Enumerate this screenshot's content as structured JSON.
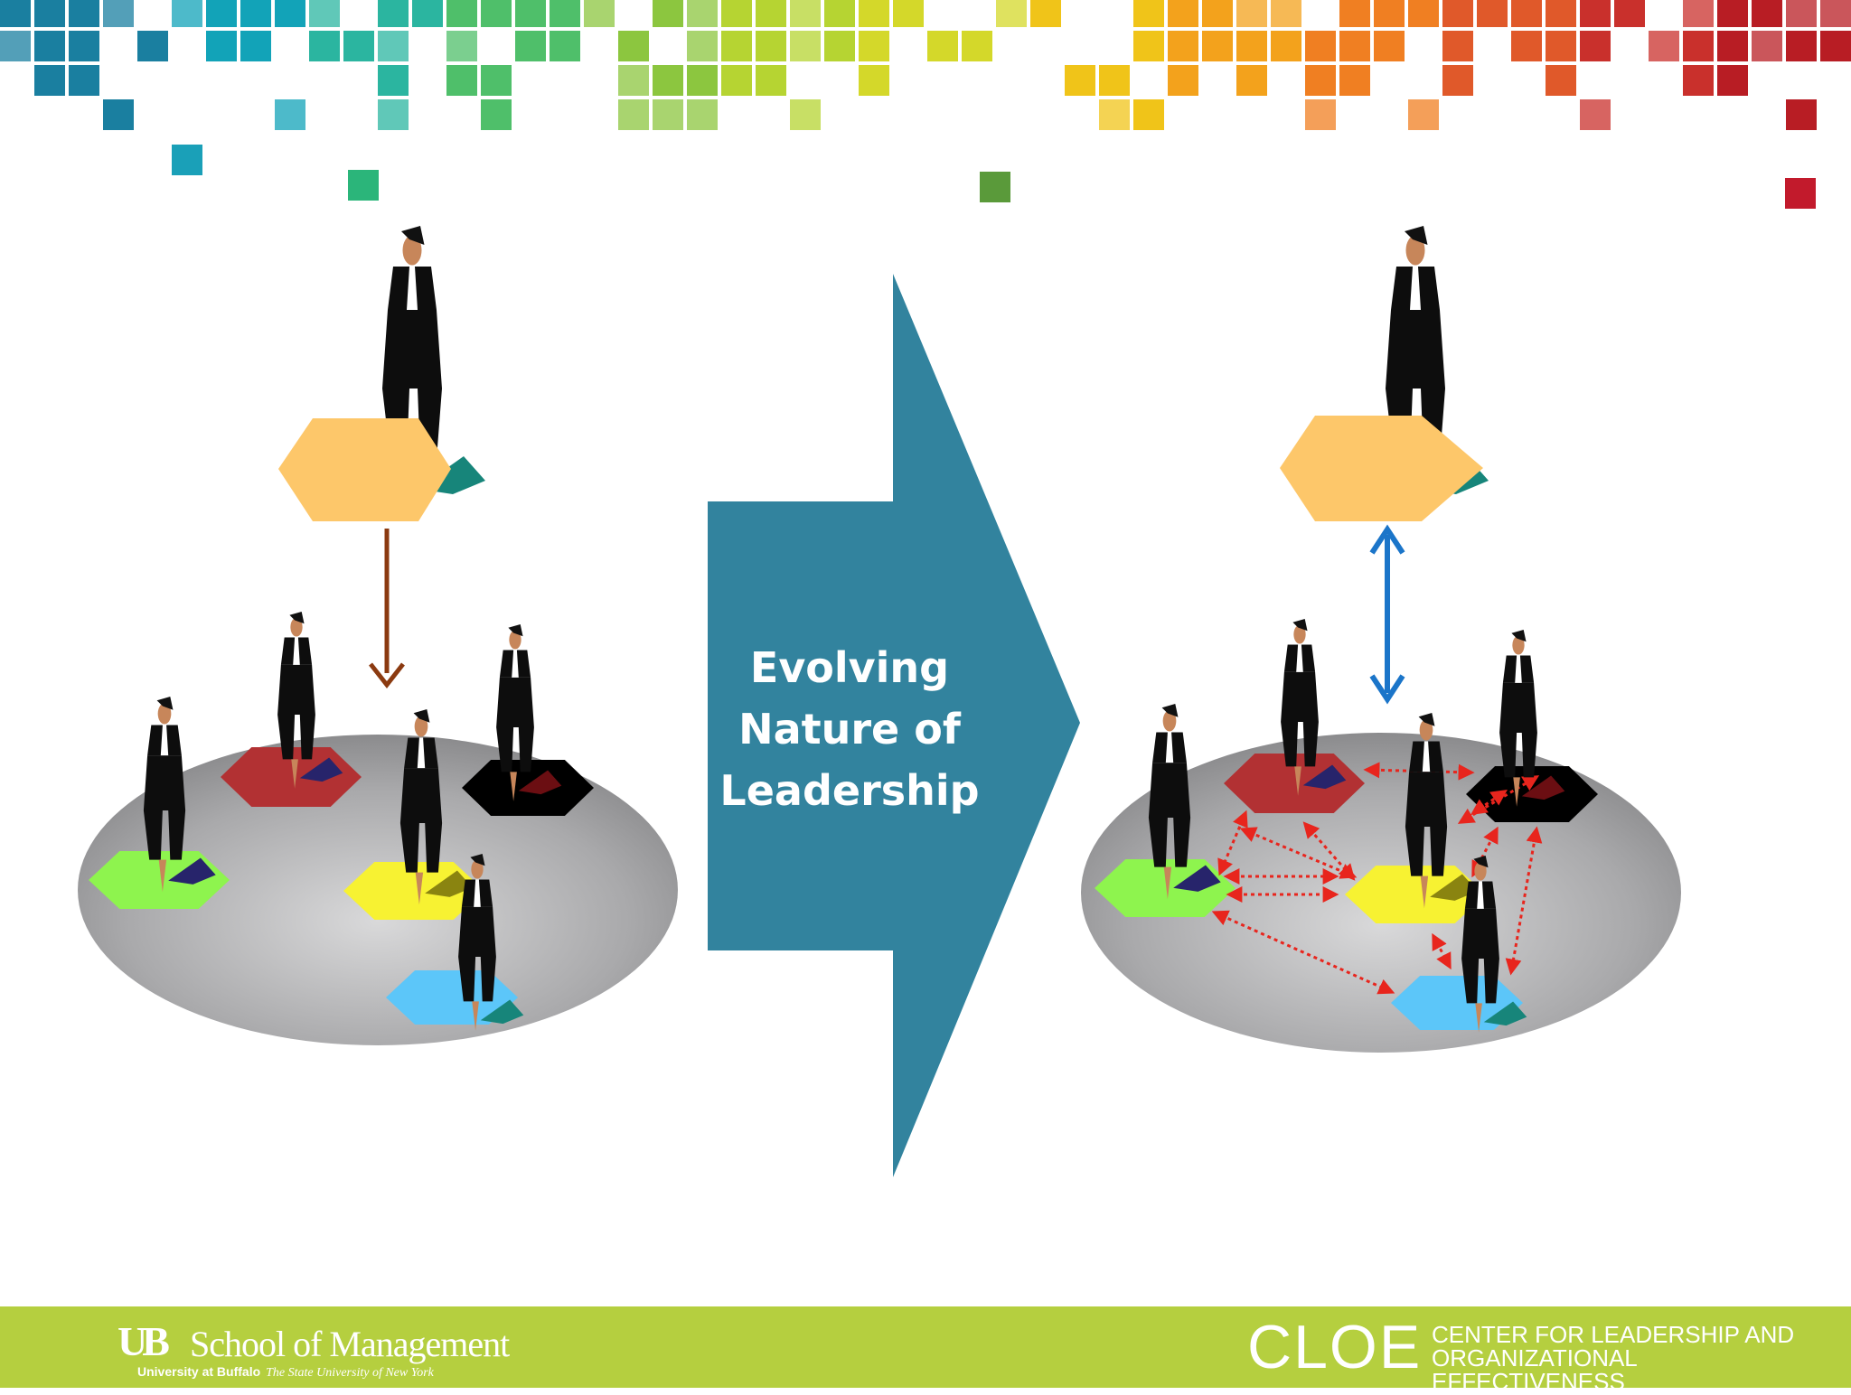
{
  "slide": {
    "center_label_line1": "Evolving",
    "center_label_line2": "Nature of",
    "center_label_line3": "Leadership"
  },
  "footer": {
    "ub_mark": "UB",
    "school_name": "School of Management",
    "university_bold": "University at Buffalo",
    "university_italic": "The State University of New York",
    "cloe_short": "CLOE",
    "cloe_line1": "CENTER FOR LEADERSHIP AND",
    "cloe_line2": "ORGANIZATIONAL EFFECTIVENESS"
  },
  "colors": {
    "arrow_teal": "#32839e",
    "leader_hex": "#fdc76a",
    "footer_green": "#b5cf3f",
    "down_arrow": "#8b3a10",
    "two_way_arrow": "#1b75c9",
    "peer_links": "#e8251d"
  }
}
